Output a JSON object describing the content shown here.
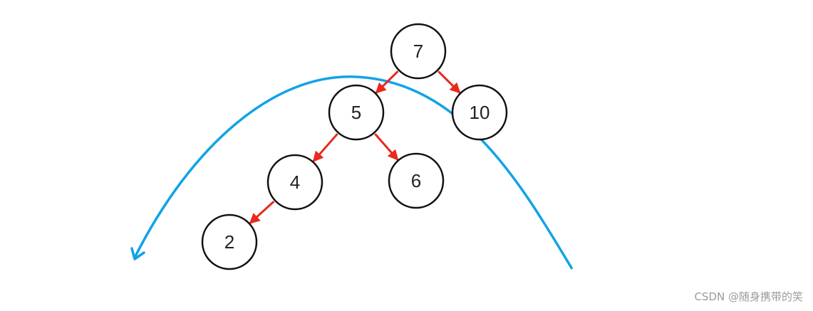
{
  "colors": {
    "node_stroke": "#111111",
    "edge": "#e8291c",
    "traversal_curve": "#11a3e6",
    "watermark": "#9a9a9a"
  },
  "tree": {
    "nodes": [
      {
        "id": "n7",
        "label": "7"
      },
      {
        "id": "n5",
        "label": "5"
      },
      {
        "id": "n10",
        "label": "10"
      },
      {
        "id": "n4",
        "label": "4"
      },
      {
        "id": "n6",
        "label": "6"
      },
      {
        "id": "n2",
        "label": "2"
      }
    ],
    "edges": [
      {
        "from": "n7",
        "to": "n5"
      },
      {
        "from": "n7",
        "to": "n10"
      },
      {
        "from": "n5",
        "to": "n4"
      },
      {
        "from": "n5",
        "to": "n6"
      },
      {
        "from": "n4",
        "to": "n2"
      }
    ]
  },
  "watermark": "CSDN @随身携带的笑"
}
